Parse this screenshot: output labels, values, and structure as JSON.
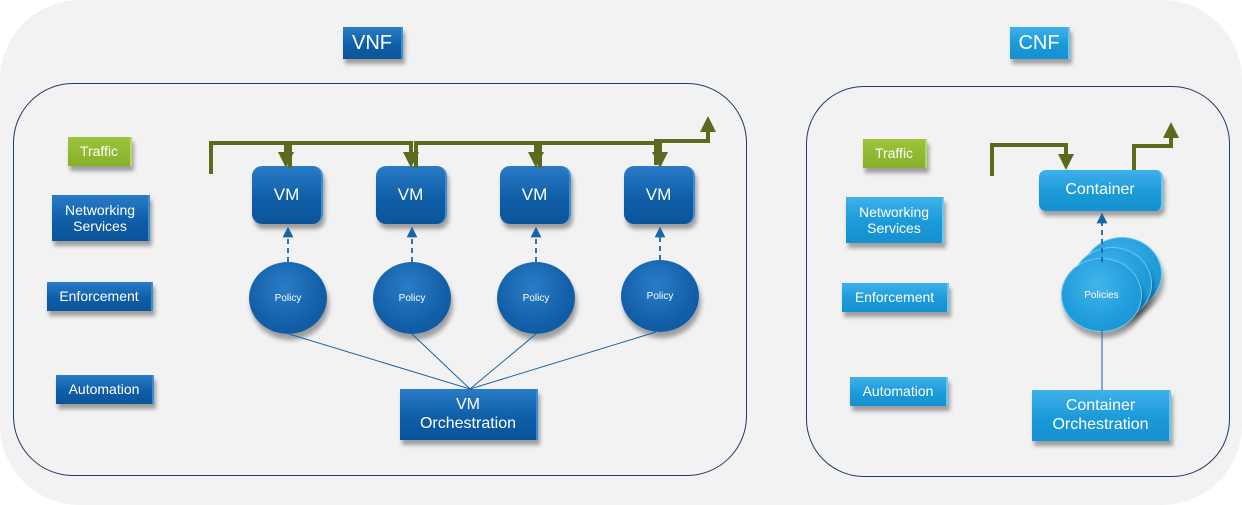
{
  "vnf": {
    "title": "VNF",
    "legend": {
      "traffic": "Traffic",
      "networking_services": "Networking Services",
      "enforcement": "Enforcement",
      "automation": "Automation"
    },
    "vms": [
      {
        "label": "VM",
        "policy": "Policy"
      },
      {
        "label": "VM",
        "policy": "Policy"
      },
      {
        "label": "VM",
        "policy": "Policy"
      },
      {
        "label": "VM",
        "policy": "Policy"
      }
    ],
    "orchestration": {
      "line1": "VM",
      "line2": "Orchestration"
    }
  },
  "cnf": {
    "title": "CNF",
    "legend": {
      "traffic": "Traffic",
      "networking_services": "Networking Services",
      "enforcement": "Enforcement",
      "automation": "Automation"
    },
    "container": "Container",
    "policies": "Policies",
    "orchestration": {
      "line1": "Container",
      "line2": "Orchestration"
    }
  },
  "colors": {
    "vnf_blue": "#0f5ea8",
    "cnf_blue": "#1b9ad8",
    "traffic_green": "#87b02a",
    "traffic_arrow": "#5a6b1e",
    "panel_border": "#1f3b63",
    "background": "#f2f2f2"
  }
}
